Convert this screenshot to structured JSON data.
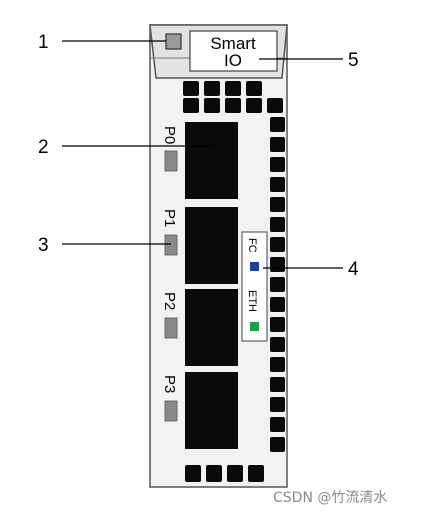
{
  "callouts": [
    "1",
    "2",
    "3",
    "4",
    "5"
  ],
  "ports": [
    "P0",
    "P1",
    "P2",
    "P3"
  ],
  "io_label": {
    "line1": "Smart",
    "line2": "IO"
  },
  "legend": {
    "fc": "FC",
    "eth": "ETH"
  },
  "colors": {
    "fc": "#1f3fa0",
    "eth": "#17a24a",
    "port": "#0a0a0a",
    "card": "#f1f1f1",
    "indicator": "#8a8a8a"
  },
  "watermark": "CSDN @竹流清水"
}
